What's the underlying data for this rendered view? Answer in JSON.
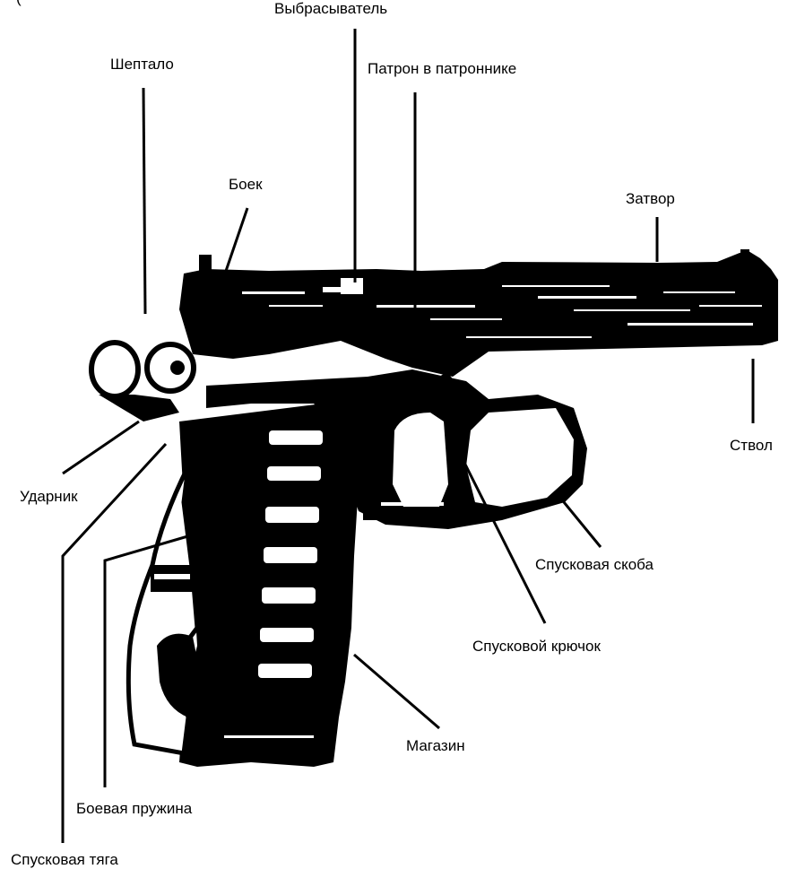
{
  "diagram": {
    "subject": "pistol-cutaway",
    "colors": {
      "ink": "#000000",
      "paper": "#ffffff"
    },
    "top_fragment": "(",
    "labels": {
      "ejector": "Выбрасыватель",
      "sear": "Шептало",
      "chambered_round": "Патрон в патроннике",
      "firing_pin": "Боек",
      "slide": "Затвор",
      "barrel": "Ствол",
      "hammer": "Ударник",
      "trigger_guard": "Спусковая скоба",
      "trigger": "Спусковой крючок",
      "magazine": "Магазин",
      "mainspring": "Боевая пружина",
      "trigger_bar": "Спусковая тяга"
    }
  }
}
